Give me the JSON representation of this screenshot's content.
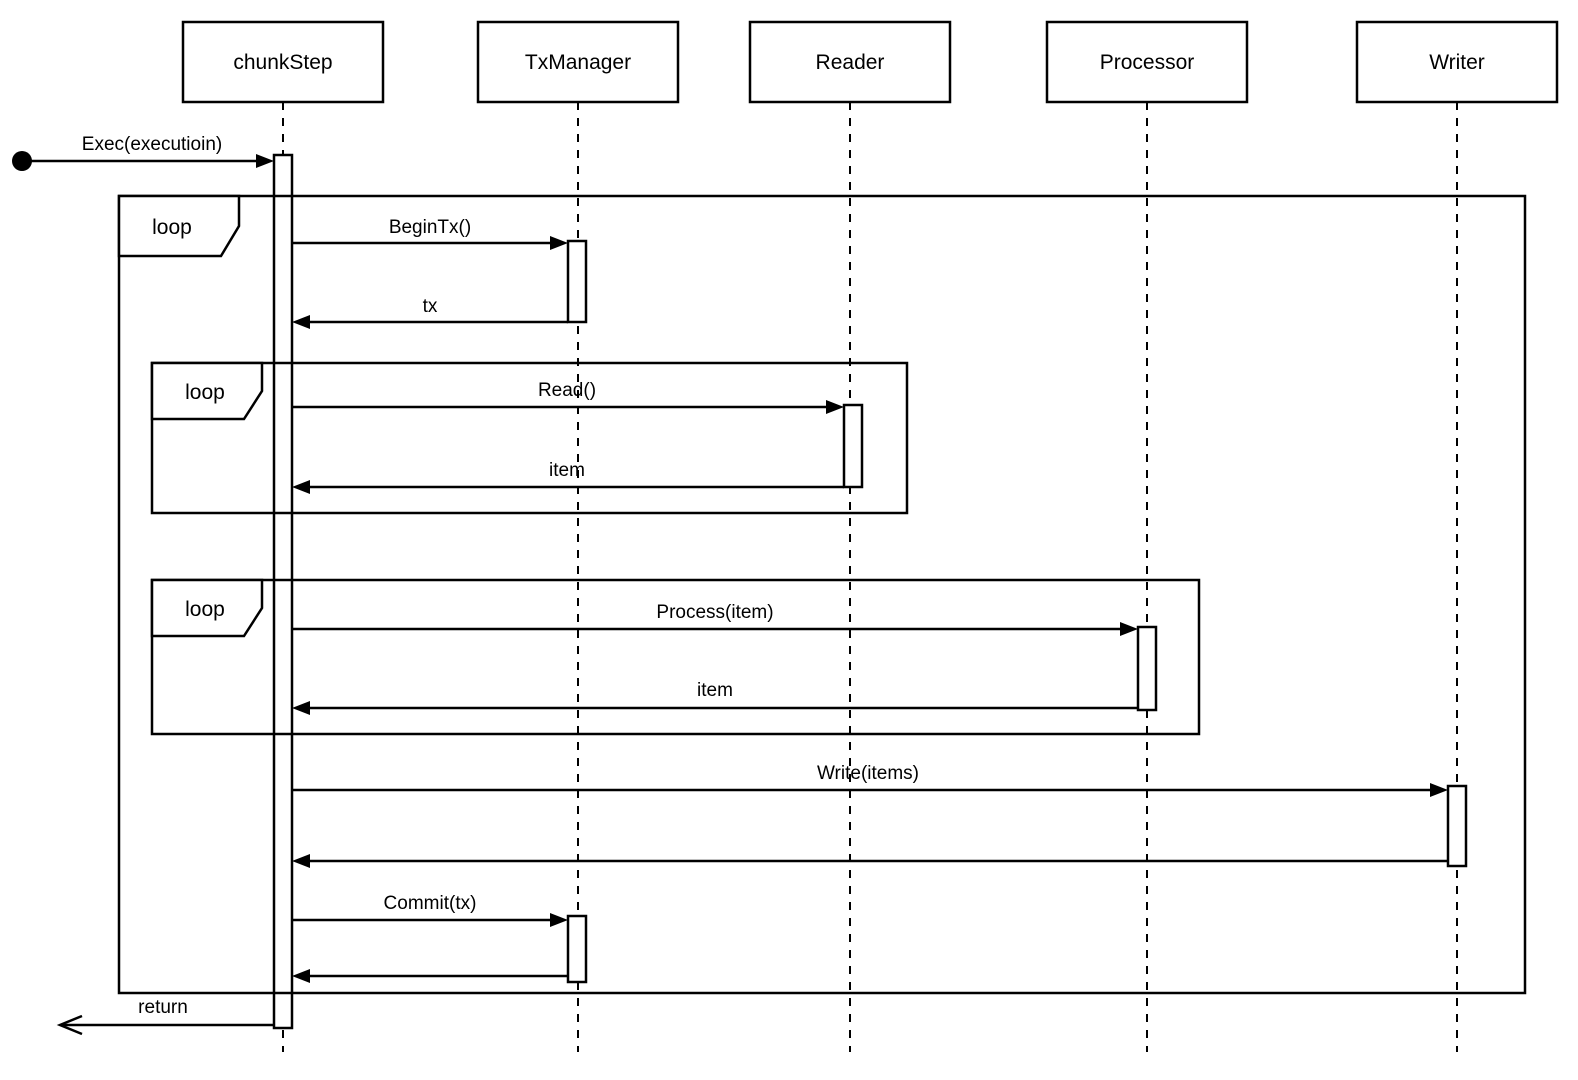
{
  "diagram": {
    "type": "uml-sequence-diagram",
    "background_color": "#ffffff",
    "stroke_color": "#000000",
    "participants": [
      {
        "name": "chunkStep"
      },
      {
        "name": "TxManager"
      },
      {
        "name": "Reader"
      },
      {
        "name": "Processor"
      },
      {
        "name": "Writer"
      }
    ],
    "start_message": {
      "label": "Exec(executioin)",
      "from": "caller",
      "to": "chunkStep",
      "kind": "call"
    },
    "fragments": [
      {
        "label": "loop",
        "scope": "outer"
      },
      {
        "label": "loop",
        "scope": "read"
      },
      {
        "label": "loop",
        "scope": "process"
      }
    ],
    "messages": [
      {
        "label": "BeginTx()",
        "from": "chunkStep",
        "to": "TxManager",
        "kind": "call"
      },
      {
        "label": "tx",
        "from": "TxManager",
        "to": "chunkStep",
        "kind": "return"
      },
      {
        "label": "Read()",
        "from": "chunkStep",
        "to": "Reader",
        "kind": "call"
      },
      {
        "label": "item",
        "from": "Reader",
        "to": "chunkStep",
        "kind": "return"
      },
      {
        "label": "Process(item)",
        "from": "chunkStep",
        "to": "Processor",
        "kind": "call"
      },
      {
        "label": "item",
        "from": "Processor",
        "to": "chunkStep",
        "kind": "return"
      },
      {
        "label": "Write(items)",
        "from": "chunkStep",
        "to": "Writer",
        "kind": "call"
      },
      {
        "label": "",
        "from": "Writer",
        "to": "chunkStep",
        "kind": "return"
      },
      {
        "label": "Commit(tx)",
        "from": "chunkStep",
        "to": "TxManager",
        "kind": "call"
      },
      {
        "label": "",
        "from": "TxManager",
        "to": "chunkStep",
        "kind": "return"
      }
    ],
    "end_message": {
      "label": "return",
      "from": "chunkStep",
      "to": "caller",
      "kind": "return"
    }
  }
}
